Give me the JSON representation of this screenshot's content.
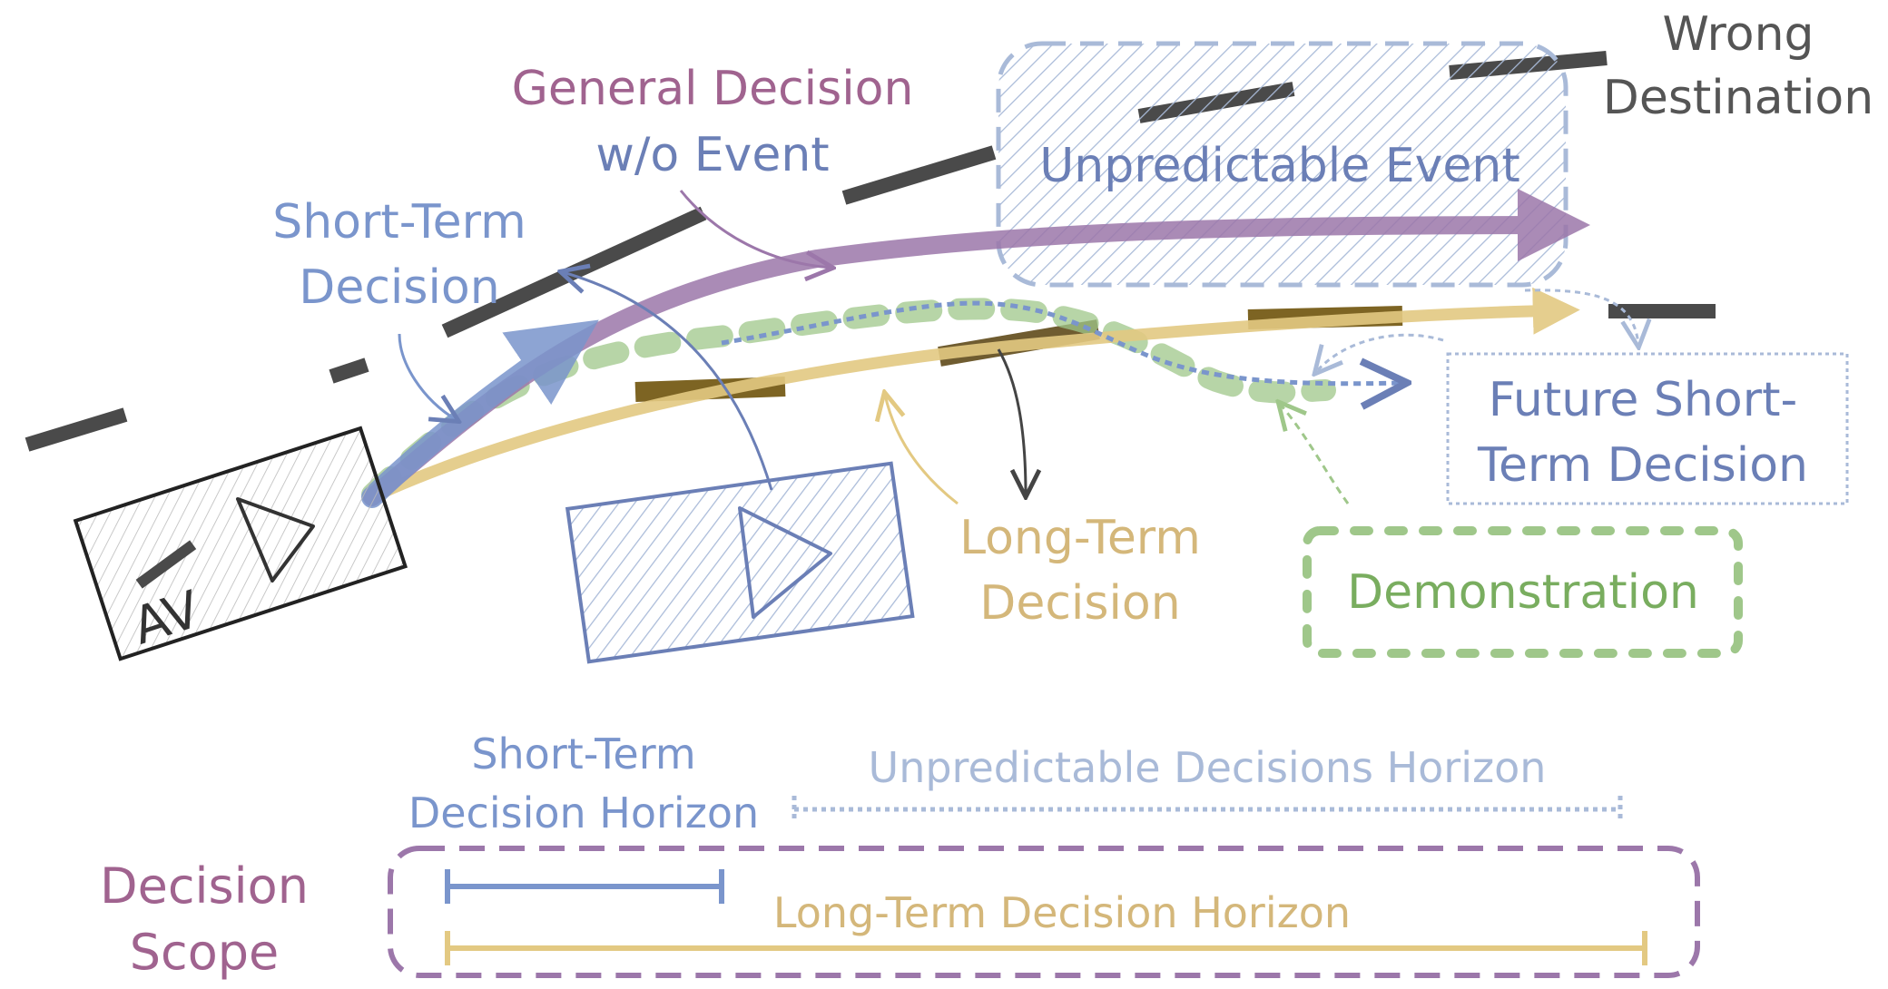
{
  "colors": {
    "road": "#4a4a4a",
    "purple": "#9c77aa",
    "purple_text": "#a0638f",
    "blue": "#7a95cc",
    "blue_dark": "#6b7fb6",
    "blue_light": "#a9bad8",
    "yellow": "#e3c982",
    "yellow_text": "#d4b77a",
    "green": "#9fc78a",
    "green_text": "#79ad5f",
    "gray": "#555555"
  },
  "labels": {
    "wrong_destination": [
      "Wrong",
      "Destination"
    ],
    "general_decision": [
      "General Decision",
      "w/o Event"
    ],
    "unpredictable_event": "Unpredictable Event",
    "short_term_decision": [
      "Short-Term",
      "Decision"
    ],
    "future_short_term": [
      "Future Short-",
      "Term Decision"
    ],
    "long_term_decision": [
      "Long-Term",
      "Decision"
    ],
    "demonstration": "Demonstration",
    "av": "AV",
    "horizon_short": [
      "Short-Term",
      "Decision Horizon"
    ],
    "horizon_unpredictable": "Unpredictable Decisions Horizon",
    "horizon_long": "Long-Term Decision Horizon",
    "decision_scope": [
      "Decision",
      "Scope"
    ]
  },
  "icons": {
    "av_vehicle": "triangle-play-icon",
    "ego_vehicle": "triangle-play-icon"
  }
}
